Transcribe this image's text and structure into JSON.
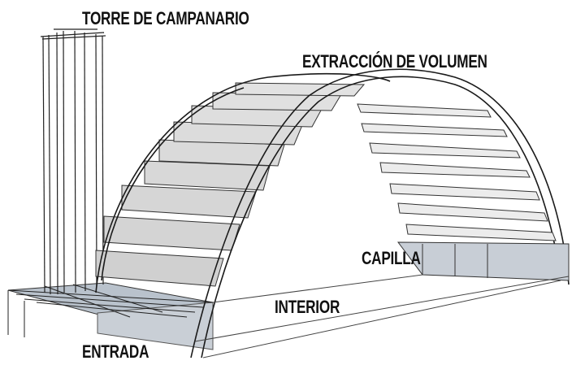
{
  "labels": {
    "bell_tower": "TORRE DE CAMPANARIO",
    "volume_extraction": "EXTRACCIÓN DE VOLUMEN",
    "chapel": "CAPILLA",
    "interior": "INTERIOR",
    "entrance": "ENTRADA"
  },
  "colors": {
    "ink": "#1a1a1a",
    "panel_fill": "#d6d6d6",
    "shade_fill": "#c3cad3",
    "paper": "#ffffff"
  }
}
